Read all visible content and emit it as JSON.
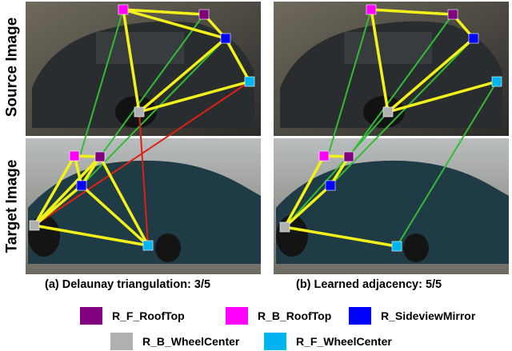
{
  "row_labels": {
    "source": "Source Image",
    "target": "Target Image"
  },
  "captions": {
    "a": "(a) Delaunay triangulation: 3/5",
    "b": "(b) Learned adjacency: 5/5"
  },
  "legend": [
    {
      "label": "R_F_RoofTop",
      "color": "#800080"
    },
    {
      "label": "R_B_RoofTop",
      "color": "#ff00ff"
    },
    {
      "label": "R_SideviewMirror",
      "color": "#0000ff"
    },
    {
      "label": "R_B_WheelCenter",
      "color": "#b0b0b0"
    },
    {
      "label": "R_F_WheelCenter",
      "color": "#00b4f0"
    }
  ],
  "edge_colors": {
    "graph": "#f2f21a",
    "correct": "#33bb33",
    "wrong": "#dd2211"
  }
}
